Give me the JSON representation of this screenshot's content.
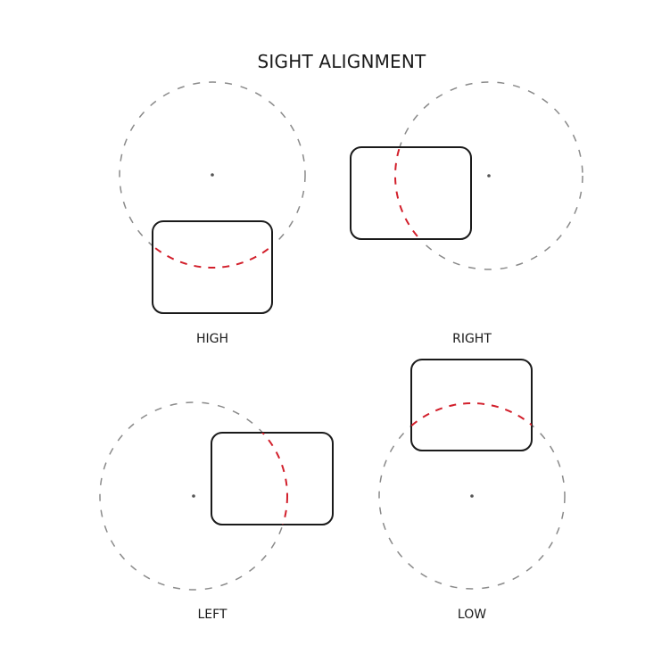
{
  "title": "SIGHT ALIGNMENT",
  "colors": {
    "aperture_stroke": "#8a8a8a",
    "window_stroke": "#1a1a1a",
    "overlap_arc": "#d21f2b"
  },
  "panels": [
    {
      "id": "high",
      "label": "HIGH"
    },
    {
      "id": "right",
      "label": "RIGHT"
    },
    {
      "id": "left",
      "label": "LEFT"
    },
    {
      "id": "low",
      "label": "LOW"
    }
  ]
}
